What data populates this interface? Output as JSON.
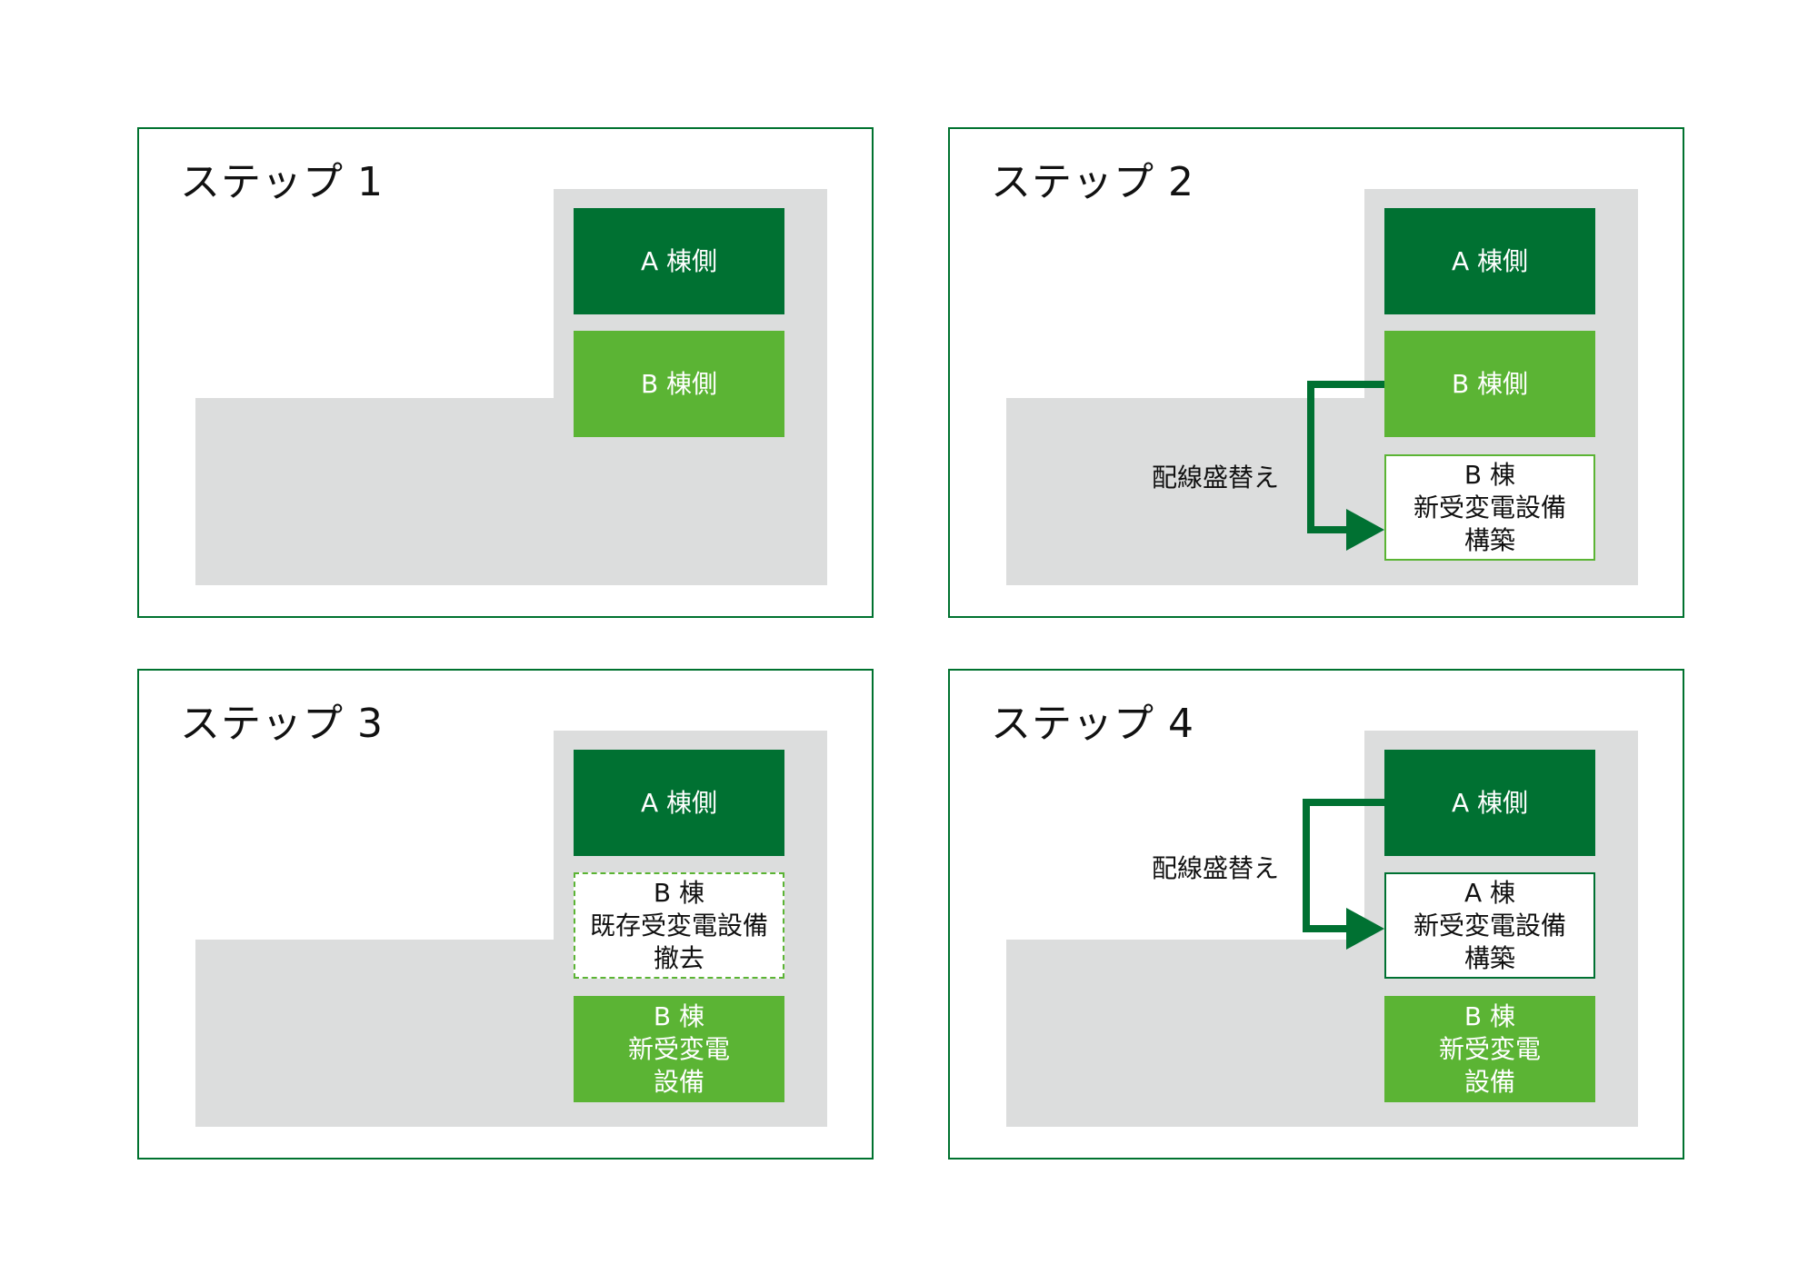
{
  "colors": {
    "frame": "#00722f",
    "dark_green": "#007132",
    "light_green": "#5bb434",
    "gray": "#dcdddd"
  },
  "steps": [
    {
      "title": "ステップ 1",
      "boxes": [
        "A 棟側",
        "B 棟側"
      ]
    },
    {
      "title": "ステップ 2",
      "boxes": [
        "A 棟側",
        "B 棟側",
        "B 棟\n新受変電設備\n構築"
      ],
      "arrow_label": "配線盛替え"
    },
    {
      "title": "ステップ 3",
      "boxes": [
        "A 棟側",
        "B 棟\n既存受変電設備\n撤去",
        "B 棟\n新受変電\n設備"
      ]
    },
    {
      "title": "ステップ 4",
      "boxes": [
        "A 棟側",
        "A 棟\n新受変電設備\n構築",
        "B 棟\n新受変電\n設備"
      ],
      "arrow_label": "配線盛替え"
    }
  ]
}
